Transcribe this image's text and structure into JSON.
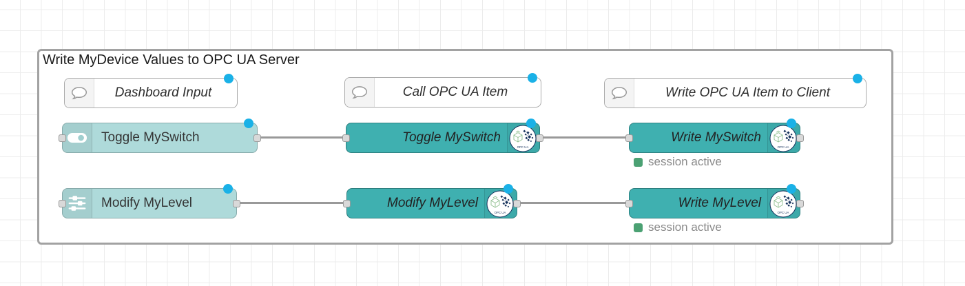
{
  "colors": {
    "canvas_bg": "#ffffff",
    "grid_line": "#ececec",
    "group_border": "#a2a2a2",
    "node_light": "#aedada",
    "node_dark": "#3fb0b0",
    "comment_bg": "#ffffff",
    "wire": "#999999",
    "port_fill": "#d9d9d9",
    "port_border": "#999999",
    "changed_dot": "#1ab1e7",
    "status_green": "#4ba173",
    "status_text": "#8a8a8a",
    "opcua_navy": "#16325c",
    "opcua_green": "#8fbf8f",
    "label_color": "#333333"
  },
  "group": {
    "label": "Write MyDevice Values to OPC UA Server"
  },
  "comments": [
    {
      "label": "Dashboard Input"
    },
    {
      "label": "Call OPC UA Item"
    },
    {
      "label": "Write OPC UA Item to Client"
    }
  ],
  "nodes": {
    "toggle_dashboard": {
      "label": "Toggle MySwitch"
    },
    "toggle_call": {
      "label": "Toggle MySwitch"
    },
    "toggle_write": {
      "label": "Write MySwitch",
      "status": "session active"
    },
    "level_dashboard": {
      "label": "Modify MyLevel"
    },
    "level_call": {
      "label": "Modify MyLevel"
    },
    "level_write": {
      "label": "Write MyLevel",
      "status": "session active"
    }
  },
  "opcua_badge": {
    "text": "OPC UA"
  }
}
